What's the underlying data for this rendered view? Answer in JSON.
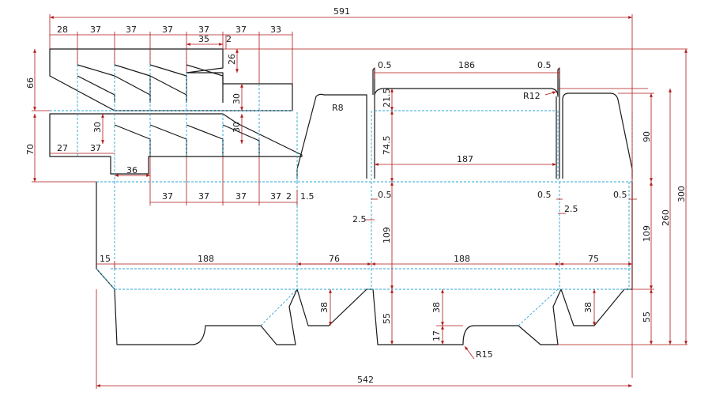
{
  "labels": {
    "w591": "591",
    "w28": "28",
    "w37a": "37",
    "w37b": "37",
    "w37c": "37",
    "w37d": "37",
    "w33": "33",
    "w35": "35",
    "w2a": "2",
    "h26": "26",
    "h66": "66",
    "h30a": "30",
    "h30b": "30",
    "h30c": "30",
    "h70": "70",
    "w27": "27",
    "w37e": "37",
    "w36": "36",
    "w37f": "37",
    "w37g": "37",
    "w37h": "37",
    "w37i": "37",
    "w2b": "2",
    "w1_5": "1.5",
    "w188a": "188",
    "w15": "15",
    "w76": "76",
    "h38a": "38",
    "r8": "R8",
    "w05a": "0.5",
    "w186": "186",
    "w05b": "0.5",
    "h21_5": "21.5",
    "r12": "R12",
    "h74_5": "74.5",
    "w187": "187",
    "w05c": "0.5",
    "w2_5a": "2.5",
    "h109a": "109",
    "w188b": "188",
    "h55a": "55",
    "h38b": "38",
    "h17": "17",
    "r15": "R15",
    "w05d": "0.5",
    "w2_5b": "2.5",
    "w05e": "0.5",
    "w75": "75",
    "h38c": "38",
    "h90": "90",
    "h109b": "109",
    "h55b": "55",
    "h260": "260",
    "h300": "300",
    "w542": "542"
  }
}
